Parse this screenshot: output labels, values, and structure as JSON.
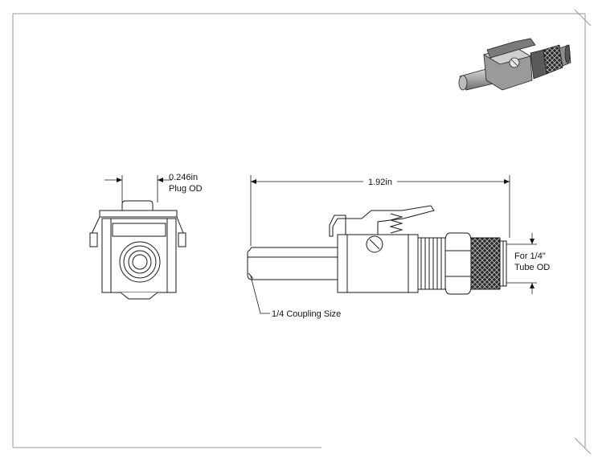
{
  "dimensions": {
    "plug_od": {
      "value": "0.246in",
      "caption": "Plug OD"
    },
    "overall_length": {
      "value": "1.92in"
    },
    "tube": {
      "line1": "For 1/4\"",
      "line2": "Tube OD"
    },
    "coupling": {
      "label": "1/4 Coupling Size"
    }
  },
  "colors": {
    "line": "#1a1a1a",
    "border": "#9a9a9a",
    "iso_body": "#8a8a8a",
    "iso_dark": "#3d3d3d"
  }
}
